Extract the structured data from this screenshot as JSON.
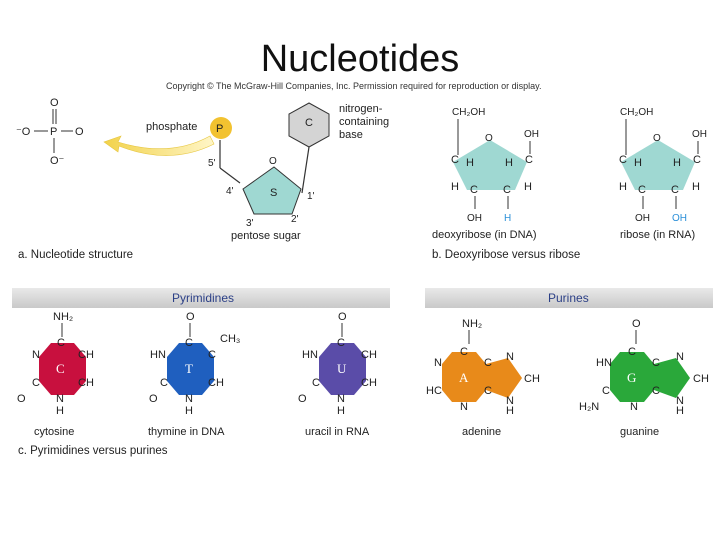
{
  "slide": {
    "title": "Nucleotides",
    "copyright": "Copyright © The McGraw-Hill Companies, Inc. Permission required for reproduction or display."
  },
  "nucleotide_structure": {
    "phosphate_label": "phosphate",
    "phosphate_symbol": "P",
    "phosphate_group": {
      "o_top": "O",
      "o_left": "⁻O",
      "p": "P",
      "o_right": "O",
      "o_bottom": "O⁻"
    },
    "base_label_line1": "nitrogen-",
    "base_label_line2": "containing",
    "base_label_line3": "base",
    "base_symbol": "C",
    "sugar_symbol": "S",
    "ring_oxygen": "O",
    "carbon_5": "5'",
    "carbon_4": "4'",
    "carbon_3": "3'",
    "carbon_2": "2'",
    "carbon_1": "1'",
    "sugar_label": "pentose sugar",
    "caption": "a. Nucleotide structure"
  },
  "sugars": {
    "deoxyribose": {
      "ch2oh": "CH₂OH",
      "o": "O",
      "oh_right": "OH",
      "oh_bottom": "OH",
      "h_bottom": "H",
      "label": "deoxyribose (in DNA)"
    },
    "ribose": {
      "ch2oh": "CH₂OH",
      "o": "O",
      "oh_right": "OH",
      "oh_bottom": "OH",
      "oh_bottom2": "OH",
      "label": "ribose (in RNA)"
    },
    "ring_c": "C",
    "ring_h": "H",
    "caption": "b. Deoxyribose versus ribose"
  },
  "bases": {
    "pyrimidines_title": "Pyrimidines",
    "purines_title": "Purines",
    "cytosine": {
      "symbol": "C",
      "label": "cytosine",
      "top": "NH₂"
    },
    "thymine": {
      "symbol": "T",
      "label": "thymine in DNA",
      "methyl": "CH₃"
    },
    "uracil": {
      "symbol": "U",
      "label": "uracil in RNA"
    },
    "adenine": {
      "symbol": "A",
      "label": "adenine",
      "top": "NH₂"
    },
    "guanine": {
      "symbol": "G",
      "label": "guanine",
      "amine": "H₂N"
    },
    "atoms": {
      "c": "C",
      "n": "N",
      "o": "O",
      "h": "H",
      "ch": "CH",
      "hn": "HN",
      "hc": "HC"
    },
    "caption": "c. Pyrimidines versus purines"
  },
  "colors": {
    "phosphate": "#f2c230",
    "base_grey": "#d4d4d4",
    "sugar_teal": "#9fd8d2",
    "cytosine": "#c8103e",
    "thymine": "#1f5fbf",
    "uracil": "#5a4ca8",
    "adenine": "#e88a1a",
    "guanine": "#2aa83a",
    "hydroxyl_blue": "#2a8fd8"
  }
}
